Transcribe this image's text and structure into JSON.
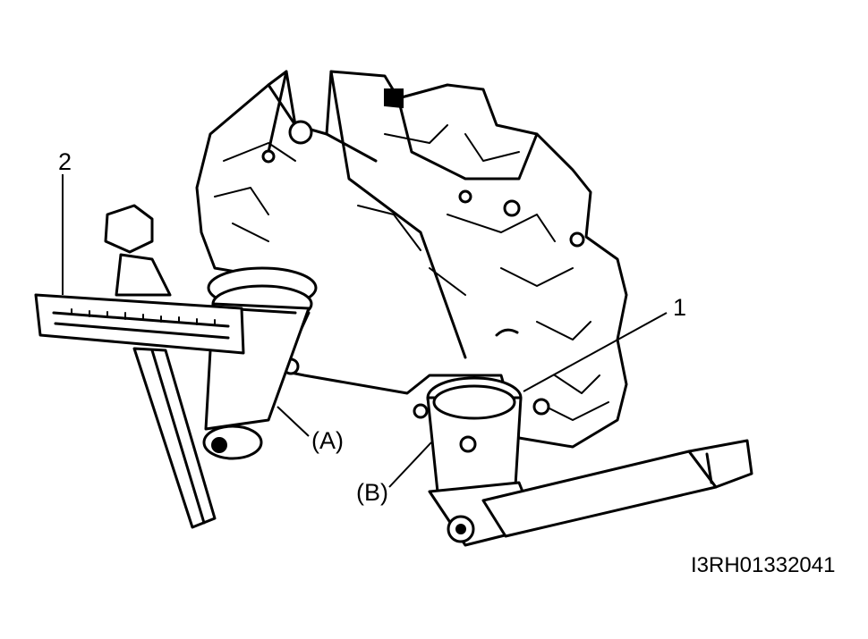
{
  "callouts": {
    "torque_wrench_number": "2",
    "pinion_seal_number": "1",
    "tool_a": "(A)",
    "tool_b": "(B)"
  },
  "figure_code": "I3RH01332041"
}
